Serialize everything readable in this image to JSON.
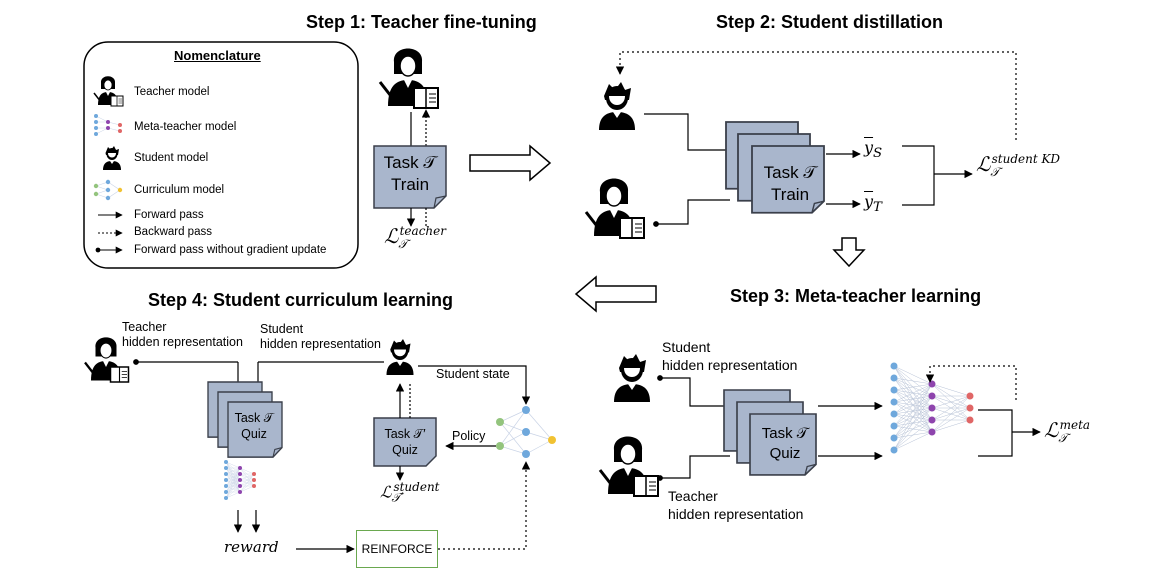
{
  "steps": {
    "step1": "Step 1: Teacher fine-tuning",
    "step2": "Step 2: Student distillation",
    "step3": "Step 3: Meta-teacher learning",
    "step4": "Step 4: Student curriculum learning"
  },
  "nomenclature": {
    "title": "Nomenclature",
    "items": [
      "Teacher model",
      "Meta-teacher model",
      "Student model",
      "Curriculum model",
      "Forward pass",
      "Backward pass",
      "Forward pass without gradient update"
    ]
  },
  "tasks": {
    "task_symbol": "𝒯",
    "task_word": "Task",
    "train": "Train",
    "quiz": "Quiz",
    "task_prime": "𝒯′"
  },
  "losses": {
    "teacher": "teacher",
    "student_kd": "student  KD",
    "meta": "meta",
    "student": "student",
    "script_L": "ℒ",
    "script_T": "𝒯",
    "script_T_prime": "𝒯′"
  },
  "outputs": {
    "y_s_base": "y",
    "y_s_sub": "S",
    "y_t_base": "y",
    "y_t_sub": "T"
  },
  "labels": {
    "teacher_hidden_l1": "Teacher",
    "teacher_hidden_l2": "hidden representation",
    "student_hidden_l1": "Student",
    "student_hidden_l2": "hidden representation",
    "student_state": "Student state",
    "policy": "Policy",
    "reward": "reward",
    "reinforce": "REINFORCE"
  },
  "colors": {
    "task_fill": "#a9b6cc",
    "task_border": "#3a3f4a",
    "node_blue": "#6fa8dc",
    "node_purple": "#8e44ad",
    "node_red": "#e06666",
    "node_yellow": "#f1c232",
    "node_green": "#93c47d",
    "reinforce_border": "#6aa84f"
  }
}
